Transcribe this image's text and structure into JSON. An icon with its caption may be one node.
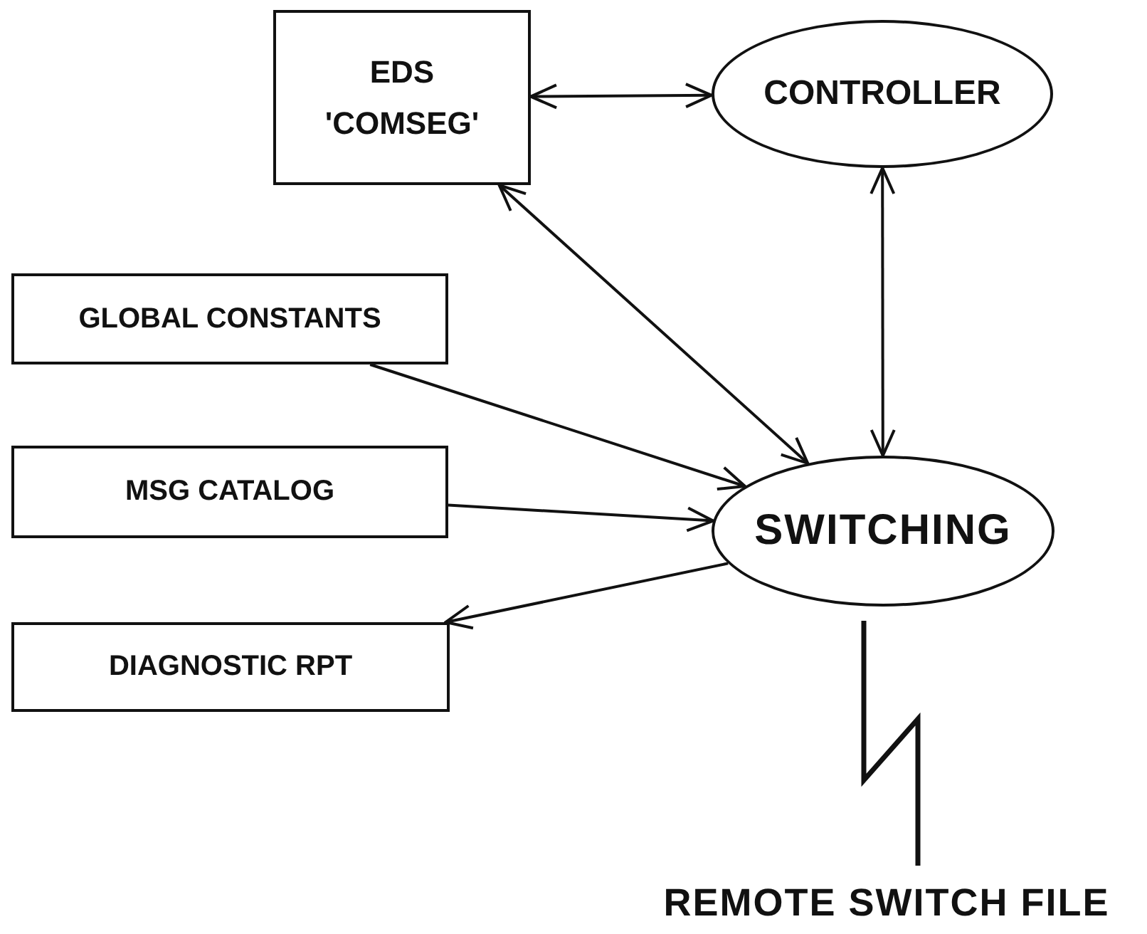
{
  "diagram": {
    "nodes": [
      {
        "text": [
          "EDS",
          "'COMSEG'"
        ]
      },
      {
        "text": [
          "CONTROLLER"
        ]
      },
      {
        "text": [
          "GLOBAL CONSTANTS"
        ]
      },
      {
        "text": [
          "MSG CATALOG"
        ]
      },
      {
        "text": [
          "SWITCHING"
        ]
      },
      {
        "text": [
          "DIAGNOSTIC RPT"
        ]
      },
      {
        "text": [
          "REMOTE SWITCH FILE"
        ]
      }
    ],
    "edges": [
      {
        "from": 0,
        "to": 1,
        "arrow": "both"
      },
      {
        "from": 4,
        "to": 0,
        "arrow": "both"
      },
      {
        "from": 1,
        "to": 4,
        "arrow": "both"
      },
      {
        "from": 2,
        "to": 4,
        "arrow": "to"
      },
      {
        "from": 3,
        "to": 4,
        "arrow": "to"
      },
      {
        "from": 4,
        "to": 5,
        "arrow": "to"
      },
      {
        "from": 4,
        "to": 6,
        "arrow": "none"
      }
    ]
  }
}
